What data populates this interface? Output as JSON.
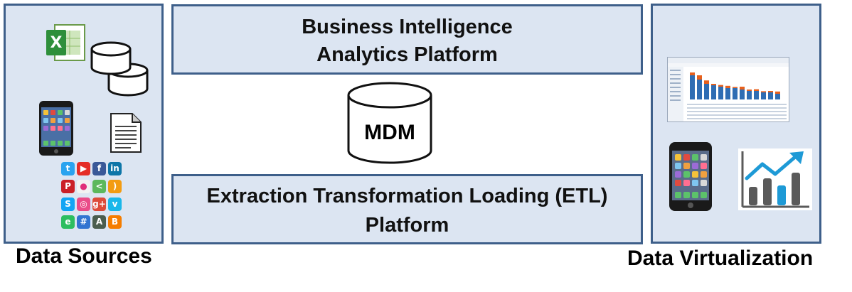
{
  "panels": {
    "data_sources_label": "Data Sources",
    "data_virtualization_label": "Data Virtualization",
    "bi_line1": "Business Intelligence",
    "bi_line2": "Analytics Platform",
    "etl_line1": "Extraction Transformation Loading (ETL)",
    "etl_line2": "Platform",
    "mdm_label": "MDM"
  },
  "icons": {
    "source_icons": [
      "excel-icon",
      "database-icon",
      "smartphone-icon",
      "document-icon",
      "social-media-icons"
    ],
    "virtualization_icons": [
      "dashboard-screenshot-icon",
      "smartphone-icon",
      "growth-chart-icon"
    ],
    "social": [
      {
        "name": "twitter-icon",
        "color": "#2aa3ef",
        "glyph": "t"
      },
      {
        "name": "youtube-icon",
        "color": "#e52d27",
        "glyph": "▶"
      },
      {
        "name": "facebook-icon",
        "color": "#3b5998",
        "glyph": "f"
      },
      {
        "name": "linkedin-icon",
        "color": "#0e76a8",
        "glyph": "in"
      },
      {
        "name": "pinterest-icon",
        "color": "#cb2027",
        "glyph": "P"
      },
      {
        "name": "flickr-icon",
        "color": "#f2f2f2",
        "glyph": "●"
      },
      {
        "name": "share-icon",
        "color": "#5cb85c",
        "glyph": "<"
      },
      {
        "name": "rss-icon",
        "color": "#f39c12",
        "glyph": ")"
      },
      {
        "name": "skype-icon",
        "color": "#12a5f4",
        "glyph": "S"
      },
      {
        "name": "dribbble-icon",
        "color": "#ea4c89",
        "glyph": "◎"
      },
      {
        "name": "googleplus-icon",
        "color": "#dd4b39",
        "glyph": "g+"
      },
      {
        "name": "vimeo-icon",
        "color": "#1ab7ea",
        "glyph": "v"
      },
      {
        "name": "evernote-icon",
        "color": "#2dbe60",
        "glyph": "e"
      },
      {
        "name": "delicious-icon",
        "color": "#3274d1",
        "glyph": "#"
      },
      {
        "name": "deviantart-icon",
        "color": "#4a5d4e",
        "glyph": "A"
      },
      {
        "name": "blogger-icon",
        "color": "#f57d00",
        "glyph": "B"
      }
    ]
  },
  "colors": {
    "panel_fill": "#dce5f2",
    "panel_border": "#3e5f8a",
    "bar_blue": "#2f6db3",
    "bar_orange": "#e8601c",
    "chart_gray": "#5a5a5a",
    "chart_blue": "#1e9ad6"
  }
}
